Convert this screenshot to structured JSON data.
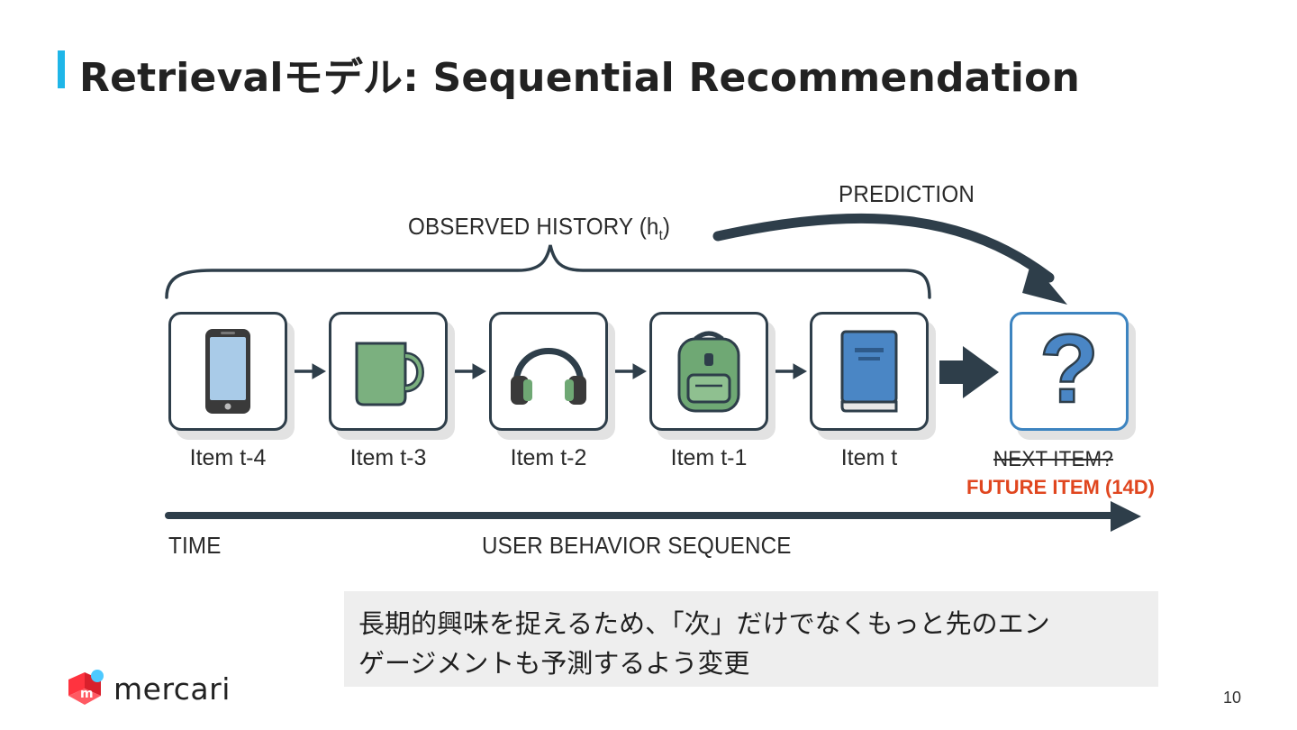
{
  "slide": {
    "title": "Retrievalモデル: Sequential Recommendation",
    "page_number": "10"
  },
  "diagram": {
    "prediction_label": "PREDICTION",
    "history_label": "OBSERVED HISTORY (h",
    "history_subscript": "t",
    "history_close": ")",
    "items": [
      {
        "label": "Item t-4",
        "icon": "smartphone-icon"
      },
      {
        "label": "Item t-3",
        "icon": "mug-icon"
      },
      {
        "label": "Item t-2",
        "icon": "headphones-icon"
      },
      {
        "label": "Item t-1",
        "icon": "backpack-icon"
      },
      {
        "label": "Item t",
        "icon": "book-icon"
      }
    ],
    "next_item_label": "NEXT ITEM?",
    "future_item_label": "FUTURE ITEM (14D)",
    "time_label": "TIME",
    "sequence_label": "USER BEHAVIOR SEQUENCE",
    "colors": {
      "accent": "#1fb6e8",
      "future": "#e0461f",
      "dark": "#2e3e4a",
      "green": "#6fa874",
      "blue": "#4a86c5"
    }
  },
  "note": {
    "line1": "長期的興味を捉えるため、「次」だけでなくもっと先のエン",
    "line2": "ゲージメントも予測するよう変更"
  },
  "brand": {
    "name": "mercari",
    "mark": "m"
  }
}
